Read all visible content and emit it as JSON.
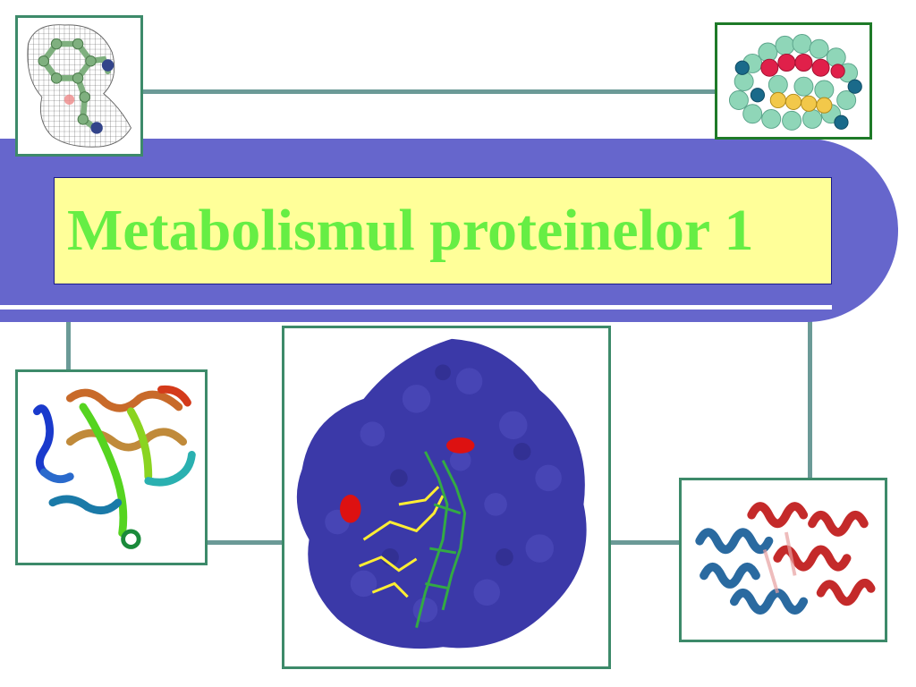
{
  "slide": {
    "title": "Metabolismul proteinelor 1"
  },
  "colors": {
    "banner": "#6666cc",
    "title_box": "#ffff99",
    "title_text": "#66ee44",
    "frame_border": "#3d8a6a",
    "connector": "#6b9a97"
  },
  "images": [
    {
      "name": "molecule-electron-density-image"
    },
    {
      "name": "protein-spacefill-image"
    },
    {
      "name": "protein-ribbon-rainbow-image"
    },
    {
      "name": "protein-surface-dna-image"
    },
    {
      "name": "protein-helix-red-blue-image"
    }
  ]
}
